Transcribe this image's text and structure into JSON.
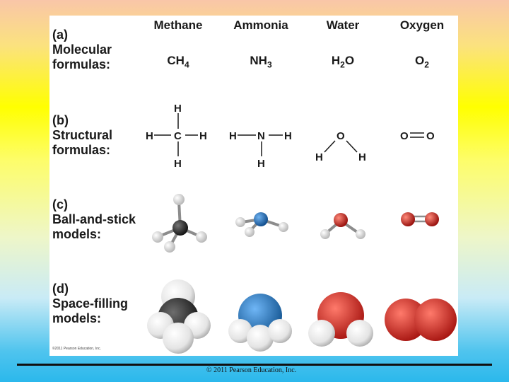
{
  "columns": [
    "Methane",
    "Ammonia",
    "Water",
    "Oxygen"
  ],
  "rows": {
    "a": [
      "(a)",
      "Molecular",
      "formulas:"
    ],
    "b": [
      "(b)",
      "Structural",
      "formulas:"
    ],
    "c": [
      "(c)",
      "Ball-and-stick",
      "models:"
    ],
    "d": [
      "(d)",
      "Space-filling",
      "models:"
    ]
  },
  "formulas": {
    "methane": {
      "el": "CH",
      "sub": "4",
      "tail": ""
    },
    "ammonia": {
      "el": "NH",
      "sub": "3",
      "tail": ""
    },
    "water": {
      "el": "H",
      "sub": "2",
      "tail": "O"
    },
    "oxygen": {
      "el": "O",
      "sub": "2",
      "tail": ""
    }
  },
  "atoms": {
    "H": "H",
    "C": "C",
    "N": "N",
    "O": "O"
  },
  "colors": {
    "hydrogen": "#f2f2f2",
    "carbon": "#2a2a2a",
    "nitrogen": "#2a73c6",
    "oxygen": "#d7312a"
  },
  "panel_copyright": "©2011 Pearson Education, Inc.",
  "footer_copyright": "© 2011 Pearson Education, Inc."
}
